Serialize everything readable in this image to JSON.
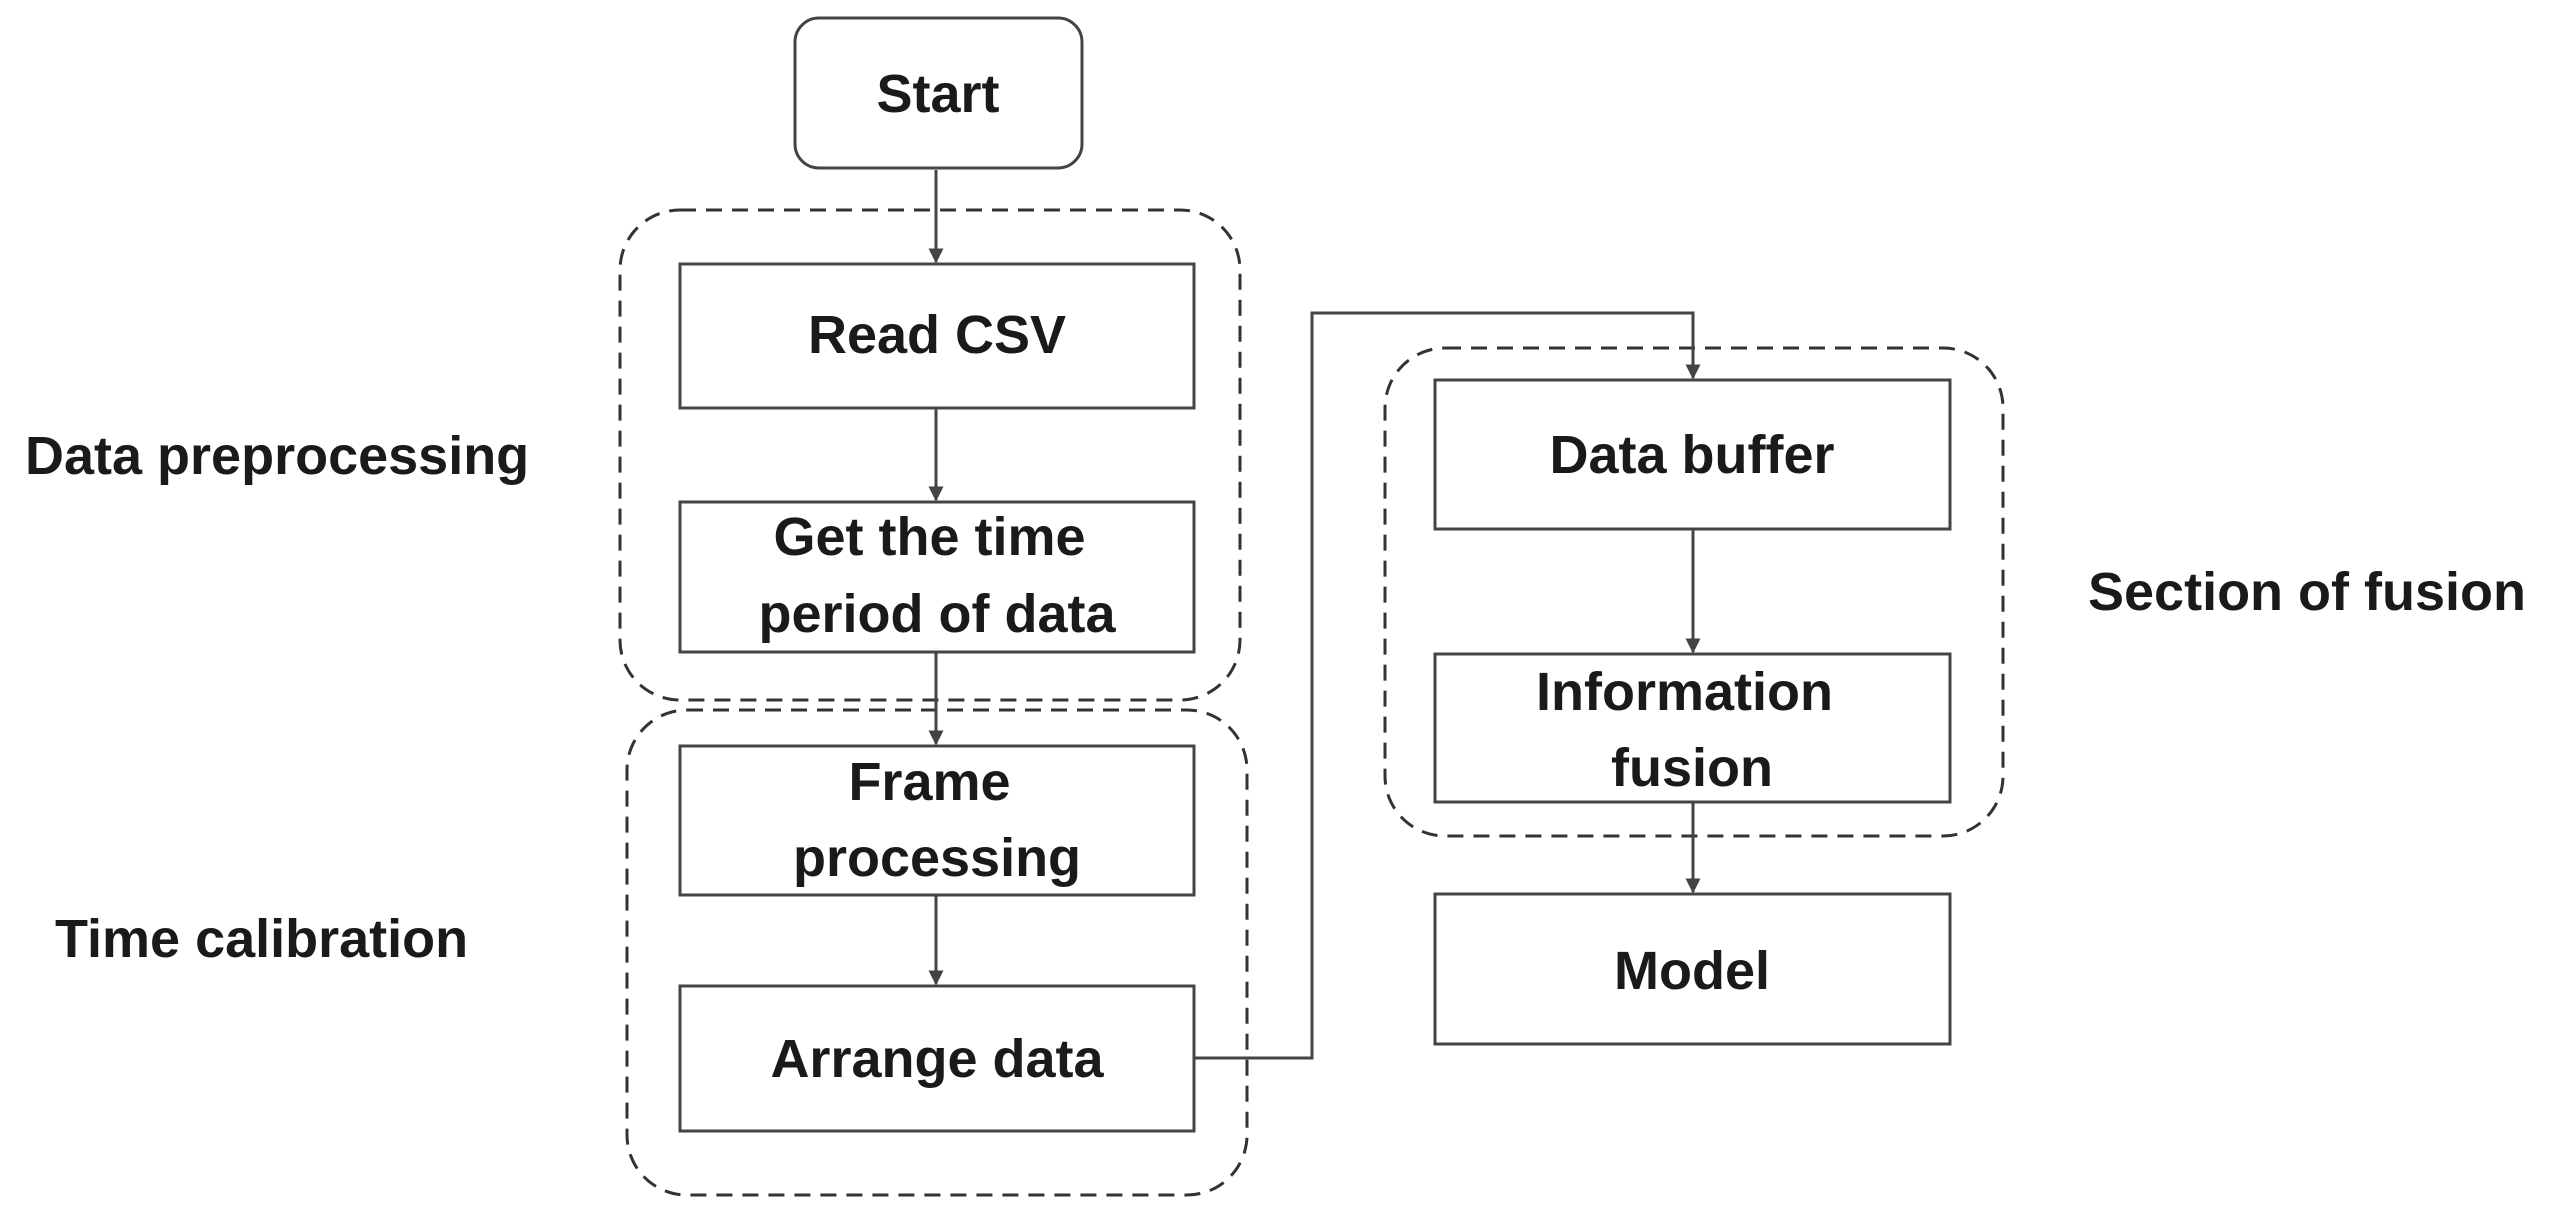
{
  "nodes": {
    "start": "Start",
    "read_csv": "Read CSV",
    "get_time_period": [
      "Get the time",
      "period of data"
    ],
    "frame_processing": [
      "Frame",
      "processing"
    ],
    "arrange_data": "Arrange data",
    "data_buffer": "Data buffer",
    "information_fusion": [
      "Information",
      "fusion"
    ],
    "model": "Model"
  },
  "groups": {
    "data_preprocessing": "Data preprocessing",
    "time_calibration": "Time calibration",
    "section_of_fusion": "Section of fusion"
  }
}
